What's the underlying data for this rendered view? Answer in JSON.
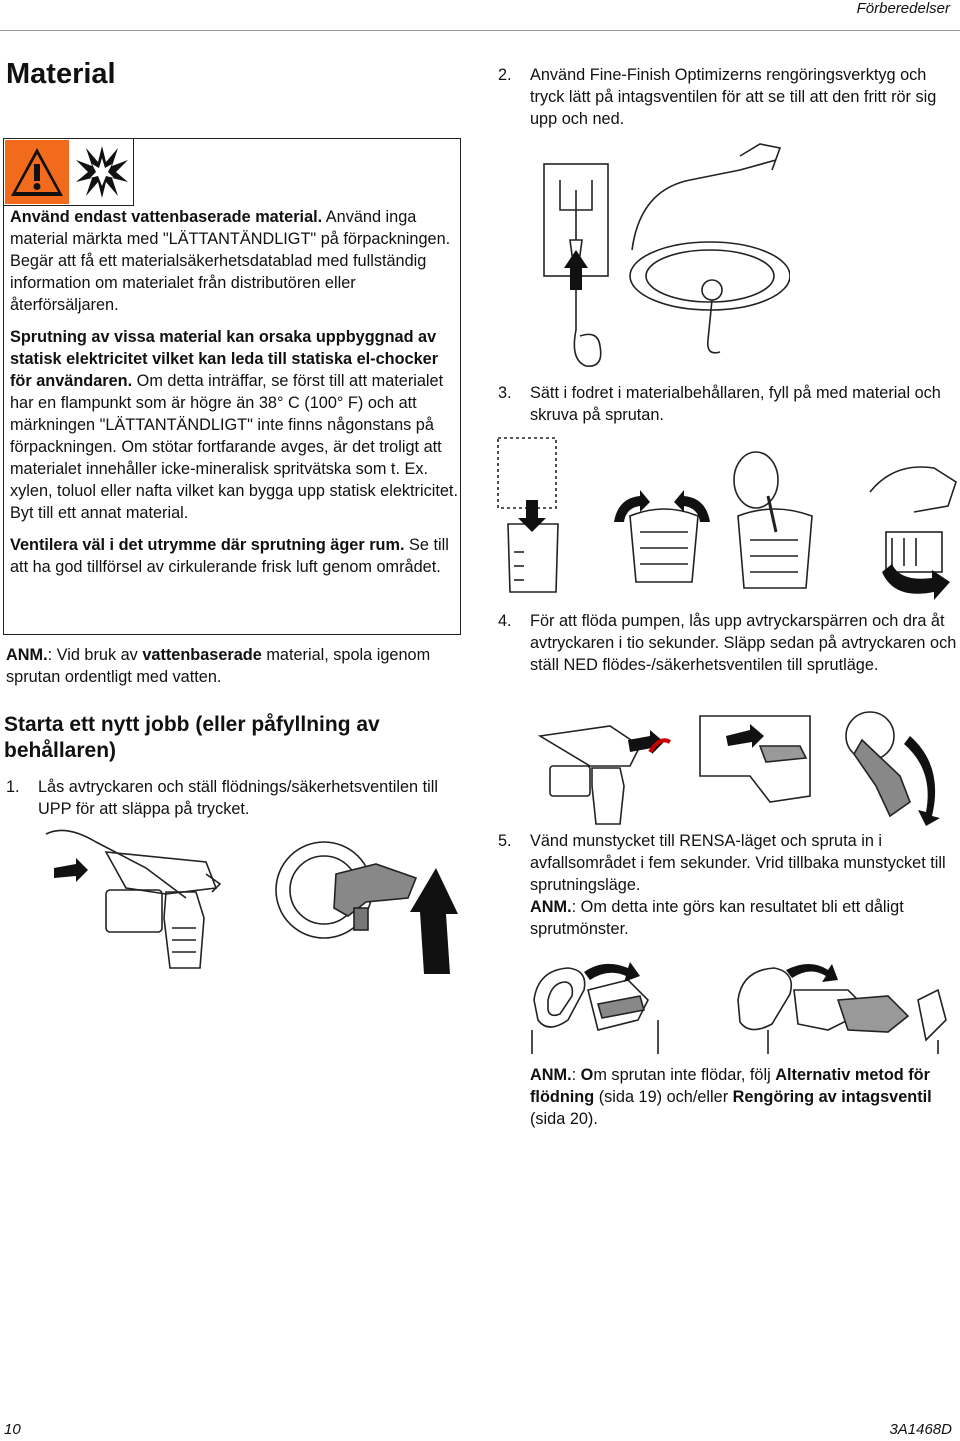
{
  "header": {
    "section": "Förberedelser"
  },
  "material": {
    "title": "Material",
    "warning": {
      "p1_bold": "Använd endast vattenbaserade material.",
      "p1_rest": " Använd inga material märkta med \"LÄTTANTÄNDLIGT\" på förpackningen. Begär att få ett materialsäkerhetsdatablad med fullständig information om materialet från distributören eller återförsäljaren.",
      "p2_bold": "Sprutning av vissa material kan orsaka uppbyggnad av statisk elektricitet vilket kan leda till statiska el-chocker för användaren.",
      "p2_rest": " Om detta inträffar, se först till att materialet har en flampunkt som är högre än 38° C (100° F) och att märkningen \"LÄTTANTÄNDLIGT\" inte finns någonstans på förpackningen. Om stötar fortfarande avges, är det troligt att materialet innehåller icke-mineralisk spritvätska som t. Ex. xylen, toluol eller nafta vilket kan bygga upp statisk elektricitet. Byt till ett annat material.",
      "p3_bold": "Ventilera väl i det utrymme där sprutning äger rum.",
      "p3_rest": " Se till att ha god tillförsel av cirkulerande frisk luft genom området."
    },
    "note": {
      "label": "ANM.",
      "text_a": ": Vid bruk av ",
      "bold": "vattenbaserade",
      "text_b": " material, spola igenom sprutan ordentligt med vatten."
    }
  },
  "job": {
    "title": "Starta ett nytt jobb (eller påfyllning av behållaren)",
    "steps": [
      {
        "num": "1.",
        "text": "Lås avtryckaren och ställ flödnings/säkerhetsventilen till UPP för att släppa på trycket."
      },
      {
        "num": "2.",
        "text": "Använd Fine-Finish Optimizerns rengöringsverktyg och tryck lätt på intagsventilen för att se till att den fritt rör sig upp och ned."
      },
      {
        "num": "3.",
        "text": "Sätt i fodret i materialbehållaren, fyll på med material och skruva på sprutan."
      },
      {
        "num": "4.",
        "text": "För att flöda pumpen, lås upp avtryckarspärren och dra åt avtryckaren i tio sekunder. Släpp sedan på avtryckaren och ställ NED flödes-/säkerhetsventilen till sprutläge."
      },
      {
        "num": "5.",
        "text": "Vänd munstycket till RENSA-läget och spruta in i avfallsområdet i fem sekunder. Vrid tillbaka munstycket till sprutningsläge.",
        "note_label": "ANM.",
        "note_text": ": Om detta inte görs kan resultatet bli ett dåligt sprutmönster."
      }
    ],
    "final_note": {
      "label": "ANM.",
      "colon": ": ",
      "bold_o": "O",
      "t1": "m sprutan inte flödar, följ ",
      "b1": "Alternativ metod för flödning",
      "t2": " (sida 19) och/eller ",
      "b2": "Rengöring av intagsventil",
      "t3": " (sida 20)."
    }
  },
  "footer": {
    "page": "10",
    "doc": "3A1468D"
  },
  "colors": {
    "warning_orange": "#f26b1d"
  }
}
